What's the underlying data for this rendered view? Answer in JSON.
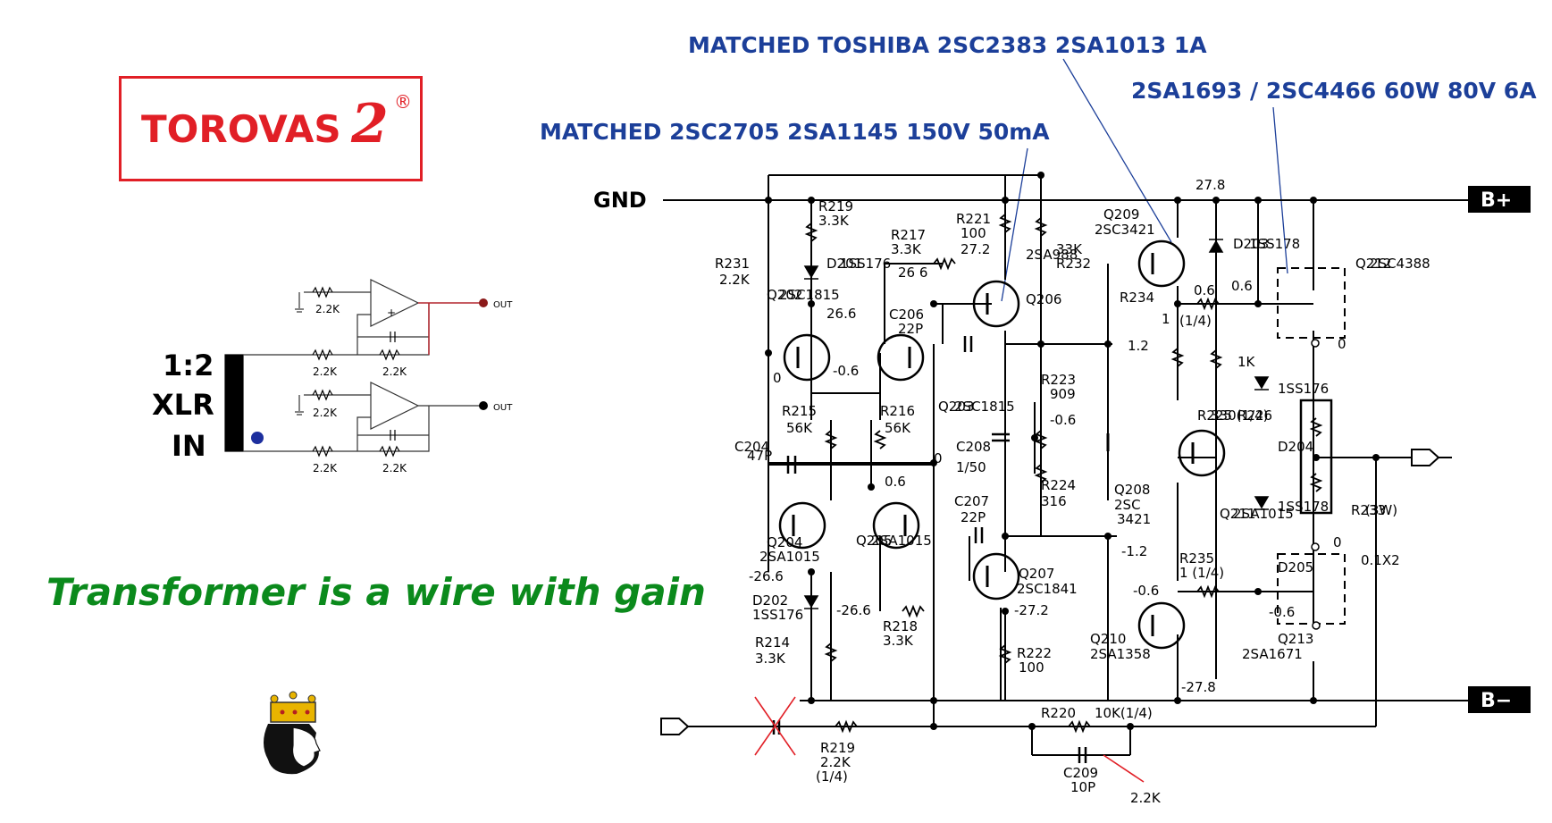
{
  "logo": {
    "text": "TOROVAS",
    "number": "2",
    "mark": "®"
  },
  "slogan": "Transformer is a wire with gain",
  "annotations": {
    "toshiba": "MATCHED TOSHIBA 2SC2383 2SA1013 1A",
    "output_pair": "2SA1693 / 2SC4466 60W 80V 6A",
    "input_pair": "MATCHED 2SC2705 2SA1145 150V 50mA"
  },
  "input_stage": {
    "ratio": "1:2",
    "connector": "XLR",
    "direction": "IN",
    "r_label": "2.2K",
    "out_label": "OUT"
  },
  "rails": {
    "gnd": "GND",
    "bplus": "B+",
    "bminus": "B−"
  },
  "labels": {
    "r219": "R219",
    "r219v": "3.3K",
    "r221": "R221",
    "r221v": "100",
    "v272": "27.2",
    "r217": "R217",
    "r217v": "3.3K",
    "v266": "26 6",
    "r231": "R231",
    "r231v": "2.2K",
    "d201": "D201",
    "d201v": "1SS176",
    "q202": "Q202",
    "q202v": "2SC1815",
    "c206": "C206",
    "c206v": "22P",
    "v266b": "26.6",
    "r232": "R232",
    "r232v": "33K",
    "q206": "Q206",
    "q206v": "2SA988",
    "q203": "Q203",
    "q203v": "2SC1815",
    "v0": "0",
    "vn06": "-0.6",
    "r215": "R215",
    "r215v": "56K",
    "r216": "R216",
    "r216v": "56K",
    "c204": "C204",
    "c204v": "47P",
    "c208": "C208",
    "c208v": "1/50",
    "r223": "R223",
    "r223v": "909",
    "r224": "R224",
    "r224v": "316",
    "q208": "Q208",
    "q208v": "2SC",
    "q208v2": "3421",
    "v06": "0.6",
    "v12": "1.2",
    "vn12": "-1.2",
    "c207": "C207",
    "c207v": "22P",
    "q204": "Q204",
    "q204v": "2SA1015",
    "q205": "Q205",
    "q205v": "2SA1015",
    "q207": "Q207",
    "q207v": "2SC1841",
    "vn266": "-26.6",
    "vn272": "-27.2",
    "d202": "D202",
    "d202v": "1SS176",
    "r218": "R218",
    "r218v": "3.3K",
    "r214": "R214",
    "r214v": "3.3K",
    "r222": "R222",
    "r222v": "100",
    "v278": "27.8",
    "vn278": "-27.8",
    "q209": "Q209",
    "q209v": "2SC3421",
    "d203": "D203",
    "d203v": "1SS178",
    "q212": "Q212",
    "q212v": "2SC4388",
    "r234": "R234",
    "r234v": "1",
    "r234w": "(1/4)",
    "r225": "R225",
    "r225v": "330(1/4)",
    "r226": "R226",
    "r226v": "1K",
    "d204": "D204",
    "d204v": "1SS176",
    "q211": "Q211",
    "q211v": "2SA1015",
    "r233": "R233",
    "r233w": "(3W)",
    "r233v": "0.1X2",
    "d205": "D205",
    "d205v": "1SS178",
    "r235": "R235",
    "r235v": "1 (1/4)",
    "q210": "Q210",
    "q210v": "2SA1358",
    "q213": "Q213",
    "q213v": "2SA1671",
    "r220": "R220",
    "r220v": "10K(1/4)",
    "r219b": "R219",
    "r219bv": "2.2K",
    "r219bw": "(1/4)",
    "c209": "C209",
    "c209v": "10P",
    "k22": "2.2K"
  }
}
